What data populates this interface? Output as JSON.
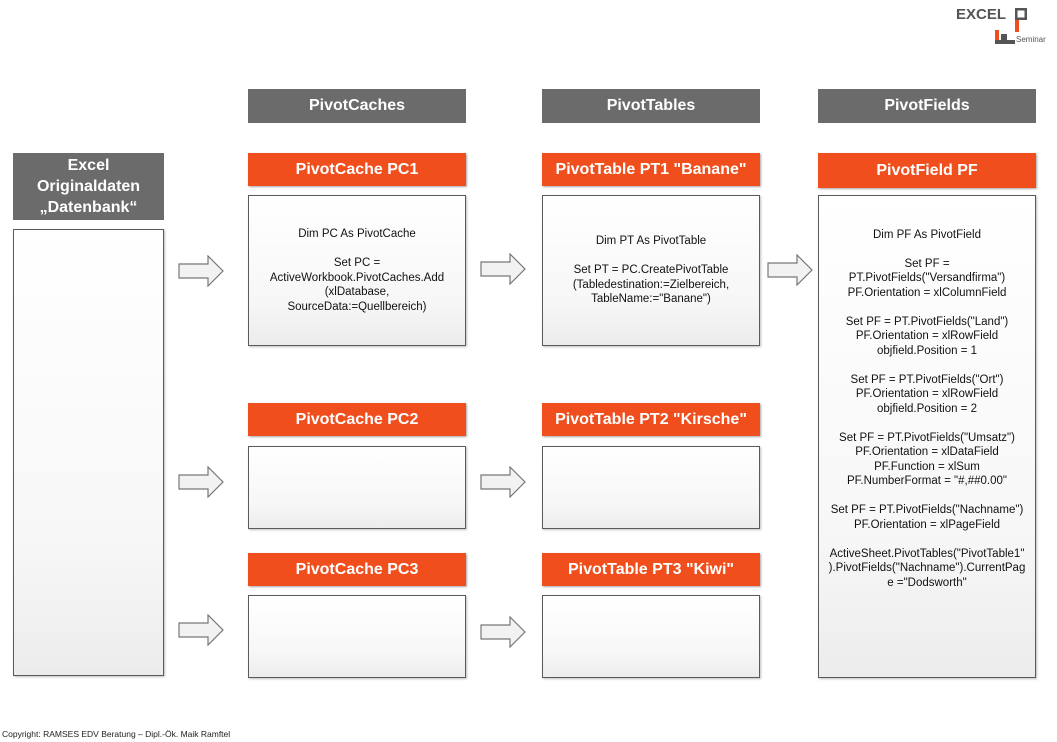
{
  "logo": {
    "title": "EXCEL",
    "subtitle": "Seminar",
    "accent": "#f04e1d",
    "dark": "#555555"
  },
  "columns": {
    "caches": "PivotCaches",
    "tables": "PivotTables",
    "fields": "PivotFields"
  },
  "source": {
    "title": "Excel\nOriginaldaten\n„Datenbank“"
  },
  "caches": [
    {
      "title": "PivotCache PC1",
      "code": "Dim PC As PivotCache\n\nSet PC =\nActiveWorkbook.PivotCaches.Add\n(xlDatabase,\nSourceData:=Quellbereich)"
    },
    {
      "title": "PivotCache PC2",
      "code": ""
    },
    {
      "title": "PivotCache PC3",
      "code": ""
    }
  ],
  "tables": [
    {
      "title": "PivotTable PT1 \"Banane\"",
      "code": "Dim PT As PivotTable\n\nSet PT = PC.CreatePivotTable\n(Tabledestination:=Zielbereich,\nTableName:=\"Banane\")"
    },
    {
      "title": "PivotTable PT2 \"Kirsche\"",
      "code": ""
    },
    {
      "title": "PivotTable PT3 \"Kiwi\"",
      "code": ""
    }
  ],
  "field": {
    "title": "PivotField PF",
    "code": "Dim PF As PivotField\n\nSet PF =\nPT.PivotFields(\"Versandfirma\")\nPF.Orientation = xlColumnField\n\nSet PF = PT.PivotFields(\"Land\")\nPF.Orientation = xlRowField\nobjfield.Position = 1\n\nSet PF = PT.PivotFields(\"Ort\")\nPF.Orientation = xlRowField\nobjfield.Position = 2\n\nSet PF = PT.PivotFields(\"Umsatz\")\nPF.Orientation = xlDataField\nPF.Function = xlSum\nPF.NumberFormat = \"#,##0.00\"\n\nSet PF = PT.PivotFields(\"Nachname\")\nPF.Orientation = xlPageField\n\nActiveSheet.PivotTables(\"PivotTable1\"\n).PivotFields(\"Nachname\").CurrentPag\ne =\"Dodsworth\""
  },
  "copyright": "Copyright: RAMSES EDV Beratung – Dipl.-Ök. Maik Ramftel",
  "colors": {
    "header_gray": "#6b6b6b",
    "orange": "#f04e1d",
    "border": "#5a5a5a"
  }
}
